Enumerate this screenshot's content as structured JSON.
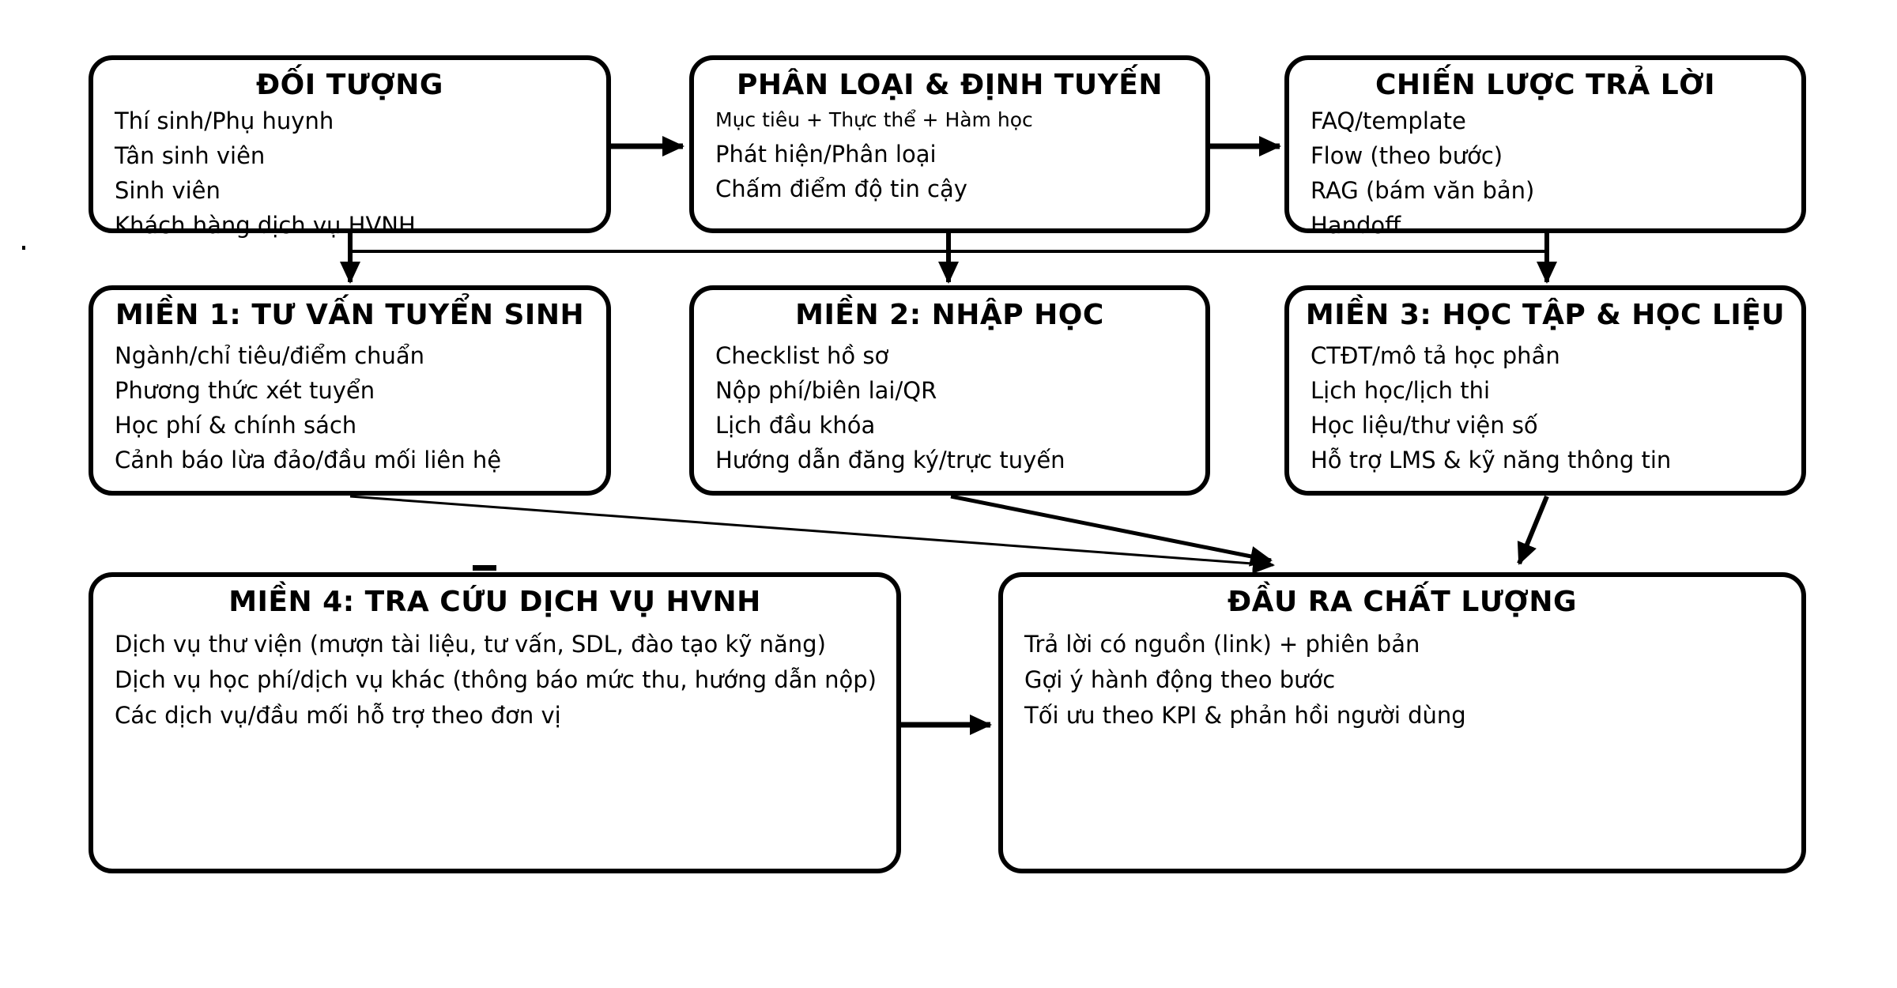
{
  "diagram": {
    "background_color": "#ffffff",
    "line_color": "#000000",
    "boxes": {
      "doituong": {
        "title": "ĐỐI TƯỢNG",
        "items": [
          "Thí sinh/Phụ huynh",
          "Tân sinh viên",
          "Sinh viên",
          "Khách hàng dịch vụ HVNH"
        ]
      },
      "phanloai": {
        "title": "PHÂN LOẠI & ĐỊNH TUYẾN",
        "subtitle": "Mục tiêu + Thực thể + Hàm học",
        "items": [
          "Phát hiện/Phân loại",
          "Chấm điểm độ tin cậy"
        ]
      },
      "chienluoc": {
        "title": "CHIẾN LƯỢC TRẢ LỜI",
        "items": [
          "FAQ/template",
          "Flow (theo bước)",
          "RAG (bám văn bản)",
          "Handoff"
        ]
      },
      "mien1": {
        "title": "MIỀN 1: TƯ VẤN TUYỂN SINH",
        "items": [
          "Ngành/chỉ tiêu/điểm chuẩn",
          "Phương thức xét tuyển",
          "Học phí & chính sách",
          "Cảnh báo lừa đảo/đầu mối liên hệ"
        ]
      },
      "mien2": {
        "title": "MIỀN 2: NHẬP HỌC",
        "items": [
          "Checklist hồ sơ",
          "Nộp phí/biên lai/QR",
          "Lịch đầu khóa",
          "Hướng dẫn đăng ký/trực tuyến"
        ]
      },
      "mien3": {
        "title": "MIỀN 3: HỌC TẬP & HỌC LIỆU",
        "items": [
          "CTĐT/mô tả học phần",
          "Lịch học/lịch thi",
          "Học liệu/thư viện số",
          "Hỗ trợ LMS & kỹ năng thông tin"
        ]
      },
      "mien4": {
        "title": "MIỀN 4: TRA CỨU DỊCH VỤ HVNH",
        "items": [
          "Dịch vụ thư viện (mượn tài liệu, tư vấn, SDL, đào tạo kỹ năng)",
          "Dịch vụ học phí/dịch vụ khác (thông báo mức thu, hướng dẫn nộp)",
          "Các dịch vụ/đầu mối hỗ trợ theo đơn vị"
        ]
      },
      "daura": {
        "title": "ĐẦU RA CHẤT LƯỢNG",
        "items": [
          "Trả lời có nguồn (link) + phiên bản",
          "Gợi ý hành động theo bước",
          "Tối ưu theo KPI & phản hồi người dùng"
        ]
      }
    },
    "edges": [
      {
        "from": "doituong",
        "to": "phanloai"
      },
      {
        "from": "phanloai",
        "to": "chienluoc"
      },
      {
        "from": "top-row-bus",
        "to": "mien1"
      },
      {
        "from": "top-row-bus",
        "to": "mien2"
      },
      {
        "from": "top-row-bus",
        "to": "mien3"
      },
      {
        "from": "mien1",
        "to": "daura"
      },
      {
        "from": "mien2",
        "to": "daura"
      },
      {
        "from": "mien3",
        "to": "daura"
      },
      {
        "from": "mien4",
        "to": "daura"
      }
    ]
  }
}
